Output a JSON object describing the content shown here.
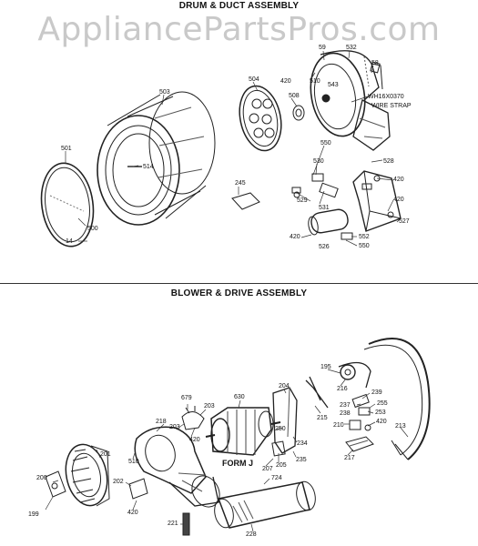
{
  "watermark": "AppliancePartsPros.com",
  "sections": {
    "drum": {
      "title": "DRUM & DUCT ASSEMBLY"
    },
    "blower": {
      "title": "BLOWER & DRIVE ASSEMBLY"
    }
  },
  "drum_labels": {
    "l501": "501",
    "l500": "500",
    "l14": "14",
    "l503": "503",
    "l514": "514",
    "l504": "504",
    "l245": "245",
    "l508": "508",
    "l420a": "420",
    "l510": "510",
    "l543": "543",
    "l59": "59",
    "l532": "532",
    "l58": "58",
    "lwh": "WH16X0370",
    "lwire": "WIRE STRAP",
    "l550a": "550",
    "l530": "530",
    "l529": "529",
    "l531": "531",
    "l528": "528",
    "l420b": "420",
    "l420c": "420",
    "l527": "527",
    "l420d": "420",
    "l526": "526",
    "l552": "552",
    "l550b": "550"
  },
  "blower_labels": {
    "l195": "195",
    "l216": "216",
    "l239": "239",
    "l237": "237",
    "l255": "255",
    "l238": "238",
    "l253": "253",
    "l210": "210",
    "l420e": "420",
    "l213": "213",
    "l217": "217",
    "l204": "204",
    "l215": "215",
    "l630": "630",
    "l679": "679",
    "l203a": "203",
    "l203b": "203",
    "l420f": "420",
    "l218": "218",
    "l250": "250",
    "l234": "234",
    "l235": "235",
    "l205": "205",
    "l207": "207",
    "lformj": "FORM J",
    "l724": "724",
    "l201": "201",
    "l510": "510",
    "l200": "200",
    "l202": "202",
    "l420g": "420",
    "l199": "199",
    "l221": "221",
    "l228": "228"
  }
}
